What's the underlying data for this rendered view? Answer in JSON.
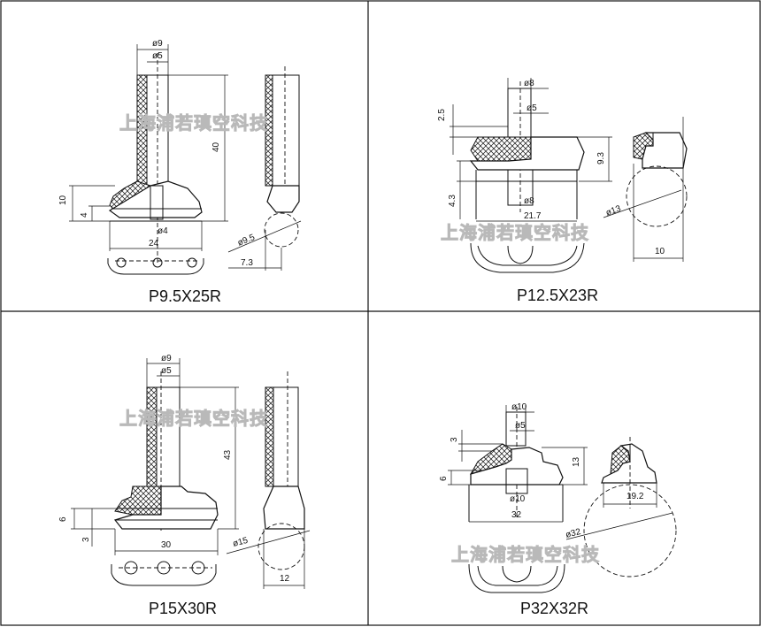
{
  "panels": [
    {
      "model": "P9.5X25R",
      "dims": {
        "top_outer": "ø9",
        "top_inner": "ø5",
        "height": "40",
        "left_h": "10",
        "left_small": "4",
        "stem": "ø4",
        "width": "24",
        "cup": "ø9.5",
        "side": "7.3"
      }
    },
    {
      "model": "P12.5X23R",
      "dims": {
        "top_outer": "ø8",
        "top_inner": "ø5",
        "left_top": "2.5",
        "right_h": "9.3",
        "left_h": "4.3",
        "stem": "ø8",
        "width": "21.7",
        "cup": "ø13",
        "side": "10"
      }
    },
    {
      "model": "P15X30R",
      "dims": {
        "top_outer": "ø9",
        "top_inner": "ø5",
        "height": "43",
        "left_h": "6",
        "left_small": "3",
        "width": "30",
        "cup": "ø15",
        "side": "12"
      }
    },
    {
      "model": "P32X32R",
      "dims": {
        "top_outer": "ø10",
        "top_inner": "ø5",
        "left_top": "3",
        "left_h": "6",
        "right_h": "13",
        "stem": "ø10",
        "width": "32",
        "cup": "ø32",
        "side": "19.2"
      }
    }
  ],
  "watermark": "上海浦若瑱空科技"
}
